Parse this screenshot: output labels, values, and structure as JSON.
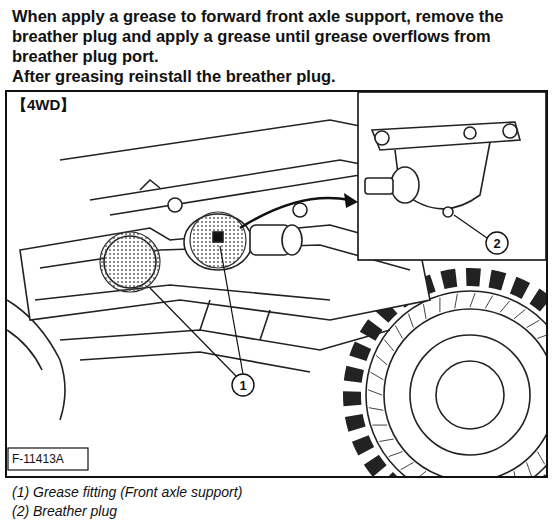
{
  "diagram": {
    "nodes": [
      {
        "text": [
          "【4WD】"
        ]
      }
    ],
    "labels": [
      "When apply a grease to forward front axle support, remove the breather plug and apply a grease until grease overflows from breather plug port.",
      "After greasing reinstall the breather plug.",
      "1",
      "2",
      "F-11413A",
      "(1) Grease fitting (Front axle support)",
      "(2) Breather plug"
    ]
  }
}
